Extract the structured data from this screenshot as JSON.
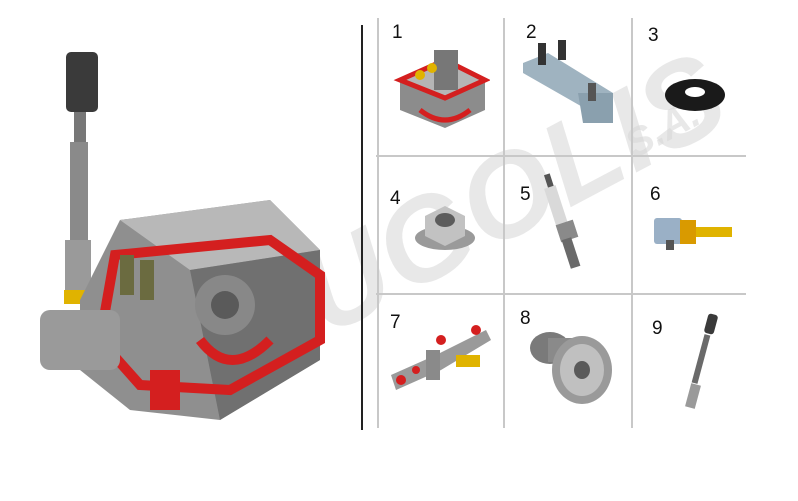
{
  "watermark": {
    "main": "GOUGOLIS",
    "suffix": "S.A."
  },
  "parts": [
    {
      "number": "1",
      "icon": "cylinder-head-small-icon"
    },
    {
      "number": "2",
      "icon": "bracket-icon"
    },
    {
      "number": "3",
      "icon": "washer-icon"
    },
    {
      "number": "4",
      "icon": "flange-nut-icon"
    },
    {
      "number": "5",
      "icon": "spark-plug-icon"
    },
    {
      "number": "6",
      "icon": "temperature-sensor-icon"
    },
    {
      "number": "7",
      "icon": "rocker-arm-assembly-icon"
    },
    {
      "number": "8",
      "icon": "camshaft-gear-icon"
    },
    {
      "number": "9",
      "icon": "push-rod-icon"
    }
  ],
  "colors": {
    "accent_red": "#d41f1f",
    "metal": "#9a9a9a",
    "brass": "#e0b300",
    "grid": "#c8c8c8"
  }
}
